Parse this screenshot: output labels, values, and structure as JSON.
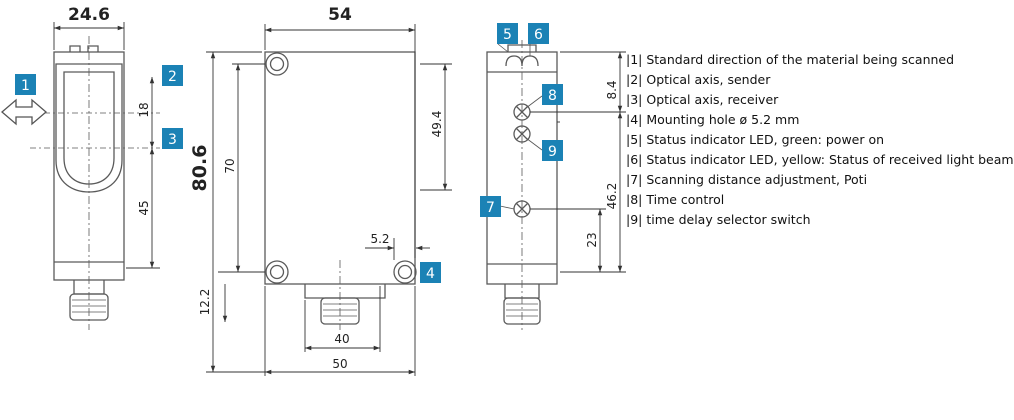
{
  "dimensions": {
    "width_front": "24.6",
    "width_side": "54",
    "height_total": "80.6",
    "axis_gap": "18",
    "axis_to_bottom": "45",
    "housing_height": "70",
    "side_upper": "49.4",
    "hole_dia": "5.2",
    "base_offset": "12.2",
    "connector_width": "40",
    "base_width": "50",
    "top_to_led": "8.4",
    "poti_height": "46.2",
    "lower_height": "23"
  },
  "callouts": {
    "c1": "1",
    "c2": "2",
    "c3": "3",
    "c4": "4",
    "c5": "5",
    "c6": "6",
    "c7": "7",
    "c8": "8",
    "c9": "9"
  },
  "legend": [
    "|1| Standard direction of the material being scanned",
    "|2| Optical axis, sender",
    "|3| Optical axis, receiver",
    "|4| Mounting hole ø 5.2 mm",
    "|5| Status indicator LED, green: power on",
    "|6| Status indicator LED, yellow: Status of received light beam",
    "|7| Scanning distance adjustment, Poti",
    "|8| Time control",
    "|9| time delay selector switch"
  ],
  "colors": {
    "callout": "#1b82b5",
    "line": "#5a5a5a",
    "dim": "#333333"
  }
}
